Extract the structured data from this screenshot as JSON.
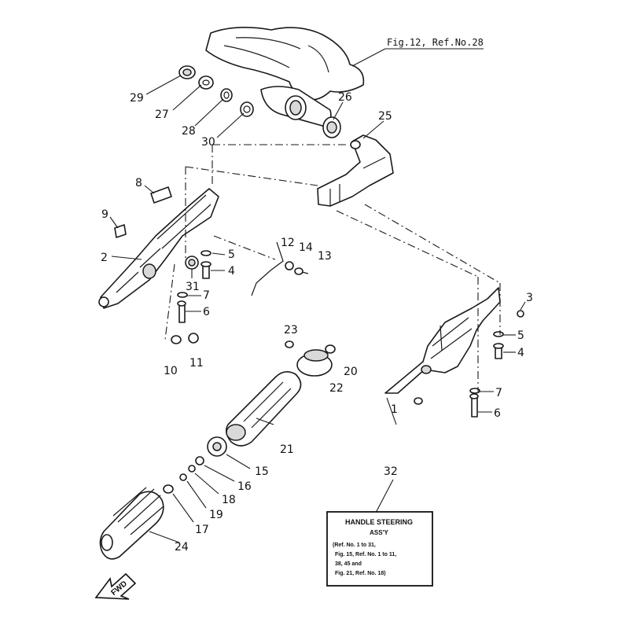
{
  "figure_ref": "Fig.12, Ref.No.28",
  "callouts": {
    "c1": "1",
    "c2": "2",
    "c3": "3",
    "c4a": "4",
    "c4b": "4",
    "c5a": "5",
    "c5b": "5",
    "c6a": "6",
    "c6b": "6",
    "c7a": "7",
    "c7b": "7",
    "c8": "8",
    "c9": "9",
    "c10": "10",
    "c11": "11",
    "c12": "12",
    "c13": "13",
    "c14": "14",
    "c15": "15",
    "c16": "16",
    "c17": "17",
    "c18": "18",
    "c19": "19",
    "c20": "20",
    "c21": "21",
    "c22": "22",
    "c23": "23",
    "c24": "24",
    "c25": "25",
    "c26": "26",
    "c27": "27",
    "c28": "28",
    "c29": "29",
    "c30": "30",
    "c31": "31",
    "c32": "32"
  },
  "info_box": {
    "title": "HANDLE STEERING",
    "subtitle": "ASS'Y",
    "lines": [
      "(Ref. No. 1 to 31,",
      "Fig. 15, Ref. No. 1 to 11,",
      "38, 45 and",
      "Fig. 21, Ref. No. 18)"
    ]
  },
  "direction_arrow": "FWD"
}
